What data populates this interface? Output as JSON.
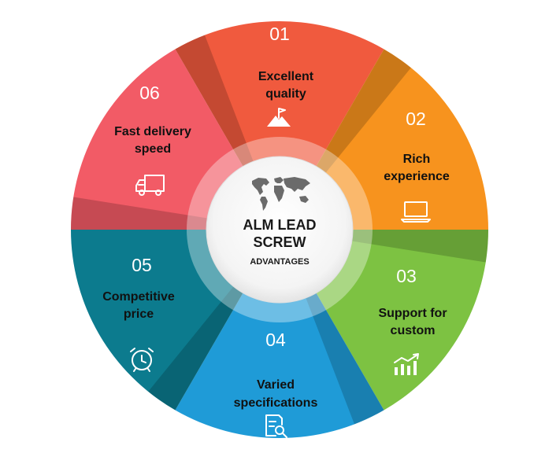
{
  "center": {
    "title_line1": "ALM LEAD",
    "title_line2": "SCREW",
    "subtitle": "ADVANTAGES"
  },
  "segments": [
    {
      "number": "01",
      "line1": "Excellent",
      "line2": "quality",
      "color": "#f05a3e",
      "icon": "mountain-flag-icon"
    },
    {
      "number": "02",
      "line1": "Rich",
      "line2": "experience",
      "color": "#f7931e",
      "icon": "laptop-icon"
    },
    {
      "number": "03",
      "line1": "Support for",
      "line2": "custom",
      "color": "#7dc242",
      "icon": "bar-chart-icon"
    },
    {
      "number": "04",
      "line1": "Varied",
      "line2": "specifications",
      "color": "#1f9bd7",
      "icon": "document-search-icon"
    },
    {
      "number": "05",
      "line1": "Competitive",
      "line2": "price",
      "color": "#0c7b8e",
      "icon": "alarm-clock-icon"
    },
    {
      "number": "06",
      "line1": "Fast delivery",
      "line2": "speed",
      "color": "#f25b66",
      "icon": "delivery-truck-icon"
    }
  ]
}
